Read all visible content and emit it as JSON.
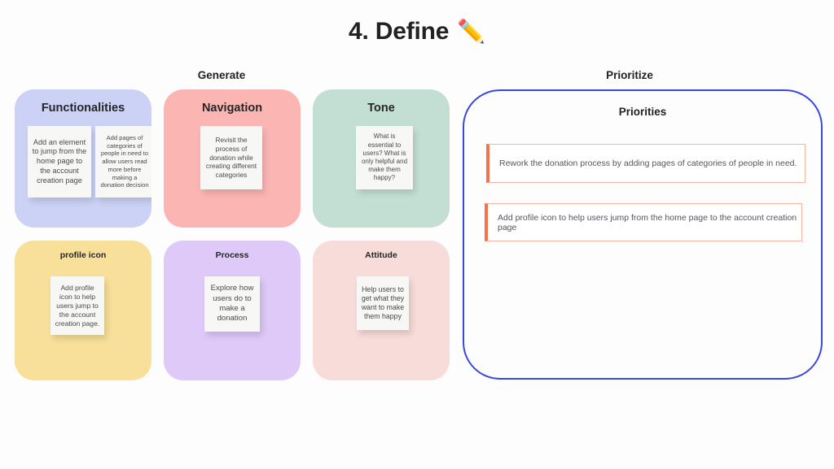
{
  "header": {
    "title": "4. Define",
    "title_icon": "pencil-icon",
    "pencil_glyph": "✏️"
  },
  "groups": {
    "generate_label": "Generate",
    "prioritize_label": "Prioritize"
  },
  "colors": {
    "background": "#fdfdfd",
    "functionalities": "#ccd2f5",
    "navigation": "#fbb6b4",
    "tone": "#c3dfd4",
    "profile_icon": "#f8e09a",
    "process": "#dec9f8",
    "attitude": "#f7dcd9",
    "sticky": "#f7f7f5",
    "panel_border": "#3a46e0",
    "priority_accent": "#f4744a",
    "priority_border": "#f7b3a1",
    "text": "#262626"
  },
  "categories": [
    {
      "id": "functionalities",
      "title": "Functionalities",
      "notes": [
        {
          "text": "Add an element to jump  from the home page to the account creation page"
        },
        {
          "text": "Add pages of categories of people in need to allow users read more before making a donation decision"
        }
      ]
    },
    {
      "id": "navigation",
      "title": "Navigation",
      "notes": [
        {
          "text": "Revisit the process of donation while creating different categories"
        }
      ]
    },
    {
      "id": "tone",
      "title": "Tone",
      "notes": [
        {
          "text": "What is essential to users? What is only helpful and make them happy?"
        }
      ]
    },
    {
      "id": "profile-icon",
      "title": "profile icon",
      "notes": [
        {
          "text": "Add profile icon to help users jump to the account creation page."
        }
      ]
    },
    {
      "id": "process",
      "title": "Process",
      "notes": [
        {
          "text": "Explore how users do to make a donation"
        }
      ]
    },
    {
      "id": "attitude",
      "title": "Attitude",
      "notes": [
        {
          "text": "Help users to get what they want to make them happy"
        }
      ]
    }
  ],
  "priorities": {
    "title": "Priorities",
    "items": [
      {
        "text": "Rework the donation process by adding pages of categories  of people in need."
      },
      {
        "text": "Add profile icon to help users jump from the home page to the account creation page"
      }
    ]
  }
}
